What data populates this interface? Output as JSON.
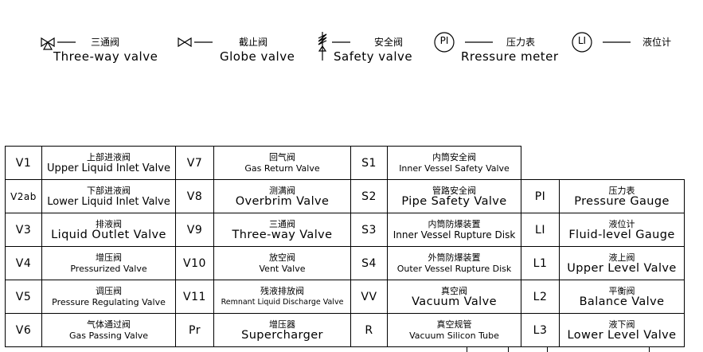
{
  "legend": [
    {
      "icon": "three-way-valve-icon",
      "cn": "三通阀",
      "en": "Three-way valve"
    },
    {
      "icon": "globe-valve-icon",
      "cn": "截止阀",
      "en": "Globe valve"
    },
    {
      "icon": "safety-valve-icon",
      "cn": "安全阀",
      "en": "Safety valve"
    },
    {
      "icon": "pressure-indicator-icon",
      "symbol": "PI",
      "cn": "压力表",
      "en": "Rressure meter"
    },
    {
      "icon": "level-indicator-icon",
      "symbol": "LI",
      "cn": "液位计",
      "en": ""
    }
  ],
  "rows": [
    {
      "c1": "V1",
      "n1_cn": "上部进液阀",
      "n1_en": "Upper Liquid Inlet Valve",
      "c2": "V7",
      "n2_cn": "回气阀",
      "n2_en": "Gas Return Valve",
      "c3": "S1",
      "n3_cn": "内筒安全阀",
      "n3_en": "Inner Vessel Safety Valve",
      "c4": "",
      "n4_cn": "",
      "n4_en": ""
    },
    {
      "c1": "V2ab",
      "n1_cn": "下部进液阀",
      "n1_en": "Lower Liquid Inlet Valve",
      "c2": "V8",
      "n2_cn": "测满阀",
      "n2_en": "Overbrim Valve",
      "c3": "S2",
      "n3_cn": "管路安全阀",
      "n3_en": "Pipe Safety Valve",
      "c4": "PI",
      "n4_cn": "压力表",
      "n4_en": "Pressure Gauge"
    },
    {
      "c1": "V3",
      "n1_cn": "排液阀",
      "n1_en": "Liquid Outlet Valve",
      "c2": "V9",
      "n2_cn": "三通阀",
      "n2_en": "Three-way Valve",
      "c3": "S3",
      "n3_cn": "内筒防爆装置",
      "n3_en": "Inner Vessel Rupture Disk",
      "c4": "LI",
      "n4_cn": "液位计",
      "n4_en": "Fluid-level Gauge"
    },
    {
      "c1": "V4",
      "n1_cn": "增压阀",
      "n1_en": "Pressurized Valve",
      "c2": "V10",
      "n2_cn": "放空阀",
      "n2_en": "Vent Valve",
      "c3": "S4",
      "n3_cn": "外筒防爆装置",
      "n3_en": "Outer Vessel Rupture Disk",
      "c4": "L1",
      "n4_cn": "液上阀",
      "n4_en": "Upper Level Valve"
    },
    {
      "c1": "V5",
      "n1_cn": "调压阀",
      "n1_en": "Pressure Regulating Valve",
      "c2": "V11",
      "n2_cn": "残液排放阀",
      "n2_en": "Remnant Liquid Discharge Valve",
      "c3": "VV",
      "n3_cn": "真空阀",
      "n3_en": "Vacuum Valve",
      "c4": "L2",
      "n4_cn": "平衡阀",
      "n4_en": "Balance Valve"
    },
    {
      "c1": "V6",
      "n1_cn": "气体通过阀",
      "n1_en": "Gas Passing Valve",
      "c2": "Pr",
      "n2_cn": "增压器",
      "n2_en": "Supercharger",
      "c3": "R",
      "n3_cn": "真空规管",
      "n3_en": "Vacuum Silicon Tube",
      "c4": "L3",
      "n4_cn": "液下阀",
      "n4_en": "Lower Level Valve"
    }
  ]
}
